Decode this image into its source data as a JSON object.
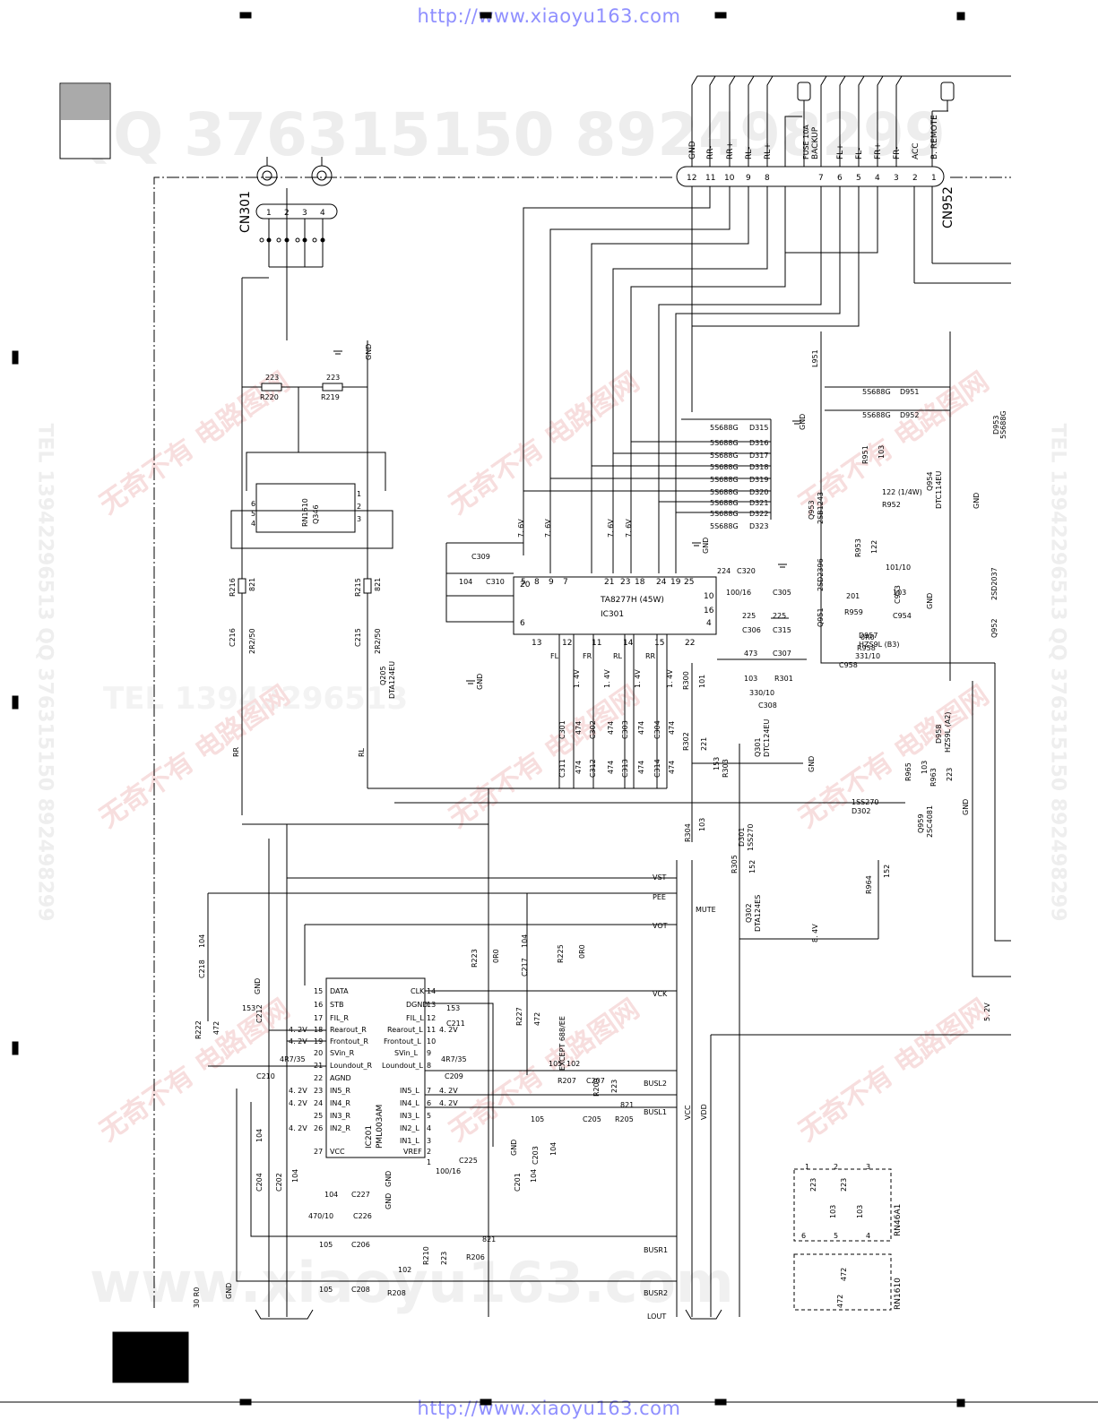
{
  "header_url": "http://www.xiaoyu163.com",
  "footer_url": "http://www.xiaoyu163.com",
  "watermarks": {
    "qq": "QQ 376315150   892498299",
    "site_big": "www.xiaoyu163.com",
    "tel_side": "TEL 13942296513  QQ 376315150  892498299",
    "stamp": "无奇不有 电路图网",
    "tel_mid": "TEL 13942296513"
  },
  "connectors": {
    "cn301": {
      "ref": "CN301",
      "pins": [
        "1",
        "2",
        "3",
        "4"
      ]
    },
    "cn952": {
      "ref": "CN952",
      "pins": [
        "12",
        "11",
        "10",
        "9",
        "8",
        "7",
        "6",
        "5",
        "4",
        "3",
        "2",
        "1"
      ],
      "signals": [
        "GND",
        "RR-",
        "RR+",
        "RL-",
        "RL+",
        "BACKUP",
        "FL+",
        "FL-",
        "FR+",
        "FR-",
        "ACC",
        "B. REMOTE"
      ],
      "fuse_label": "FUSE 10A"
    }
  },
  "ic301": {
    "ref": "IC301",
    "part": "TA8277H (45W)",
    "pins_top": [
      "5",
      "8",
      "9",
      "7",
      "21",
      "23",
      "18",
      "24",
      "19",
      "25"
    ],
    "pins_bottom": [
      "13",
      "12",
      "11",
      "14",
      "15",
      "22"
    ],
    "pins_left": [
      "20",
      "6"
    ],
    "pins_right": [
      "10",
      "16",
      "4"
    ],
    "pin_labels_bottom": [
      "FL",
      "FR",
      "RL",
      "RR"
    ]
  },
  "ic201": {
    "ref": "IC201",
    "part": "PML003AM",
    "pins_left": [
      "DATA",
      "STB",
      "FIL_R",
      "Rearout_R",
      "Frontout_R",
      "SVin_R",
      "Loundout_R",
      "AGND",
      "IN5_R",
      "IN4_R",
      "IN3_R",
      "IN2_R",
      "VCC"
    ],
    "pins_left_nums": [
      "15",
      "16",
      "17",
      "18",
      "19",
      "20",
      "21",
      "22",
      "23",
      "24",
      "25",
      "26",
      "27"
    ],
    "pins_right": [
      "CLK",
      "DGND",
      "FIL_L",
      "Rearout_L",
      "Frontout_L",
      "SVin_L",
      "Loundout_L",
      "IN5_L",
      "IN4_L",
      "IN3_L",
      "IN2_L",
      "IN1_L",
      "VREF"
    ],
    "pins_right_nums": [
      "14",
      "13",
      "12",
      "11",
      "10",
      "9",
      "8",
      "7",
      "6",
      "5",
      "4",
      "3",
      "2",
      "1"
    ],
    "pin_voltages": [
      "4. 2V",
      "4. 2V",
      "4. 2V",
      "4. 2V",
      "4. 2V",
      "4. 2V",
      "4. 2V",
      "4. 2V"
    ]
  },
  "icq346": {
    "ref": "Q346",
    "part": "RN1610",
    "pins": [
      "6",
      "5",
      "4",
      "1",
      "2",
      "3"
    ]
  },
  "transistors": [
    {
      "ref": "Q205",
      "part": "DTA124EU"
    },
    {
      "ref": "Q301",
      "part": "DTC124EU"
    },
    {
      "ref": "Q302",
      "part": "DTA124ES"
    },
    {
      "ref": "Q951",
      "part": "2SD2396"
    },
    {
      "ref": "Q952",
      "part": "2SD2037"
    },
    {
      "ref": "Q953",
      "part": "2SB1243"
    },
    {
      "ref": "Q954",
      "part": "DTC114EU"
    },
    {
      "ref": "Q959",
      "part": "2SC4081"
    }
  ],
  "diodes": [
    {
      "ref": "D315",
      "part": "5S688G"
    },
    {
      "ref": "D316",
      "part": "5S688G"
    },
    {
      "ref": "D317",
      "part": "5S688G"
    },
    {
      "ref": "D318",
      "part": "5S688G"
    },
    {
      "ref": "D319",
      "part": "5S688G"
    },
    {
      "ref": "D320",
      "part": "5S688G"
    },
    {
      "ref": "D321",
      "part": "5S688G"
    },
    {
      "ref": "D322",
      "part": "5S688G"
    },
    {
      "ref": "D323",
      "part": "5S688G"
    },
    {
      "ref": "D951",
      "part": "5S688G"
    },
    {
      "ref": "D952",
      "part": "5S688G"
    },
    {
      "ref": "D953",
      "part": "5S688G"
    },
    {
      "ref": "D301",
      "part": "1SS270"
    },
    {
      "ref": "D302",
      "part": "1SS270"
    },
    {
      "ref": "D957",
      "part": "HZS9L (B3)"
    },
    {
      "ref": "D958",
      "part": "HZS9L (A2)"
    }
  ],
  "resistors": [
    {
      "ref": "R220",
      "value": "223"
    },
    {
      "ref": "R219",
      "value": "223"
    },
    {
      "ref": "R216",
      "value": "821"
    },
    {
      "ref": "R215",
      "value": "821"
    },
    {
      "ref": "R222",
      "value": "472"
    },
    {
      "ref": "R223",
      "value": "0R0"
    },
    {
      "ref": "R225",
      "value": "0R0"
    },
    {
      "ref": "R227",
      "value": "472"
    },
    {
      "ref": "R207",
      "value": "102"
    },
    {
      "ref": "R209",
      "value": "223"
    },
    {
      "ref": "R205",
      "value": "821"
    },
    {
      "ref": "R206",
      "value": "821"
    },
    {
      "ref": "R210",
      "value": "223"
    },
    {
      "ref": "R208",
      "value": "102"
    },
    {
      "ref": "R300",
      "value": "101"
    },
    {
      "ref": "R301",
      "value": "103"
    },
    {
      "ref": "R302",
      "value": "221"
    },
    {
      "ref": "R303",
      "value": "153"
    },
    {
      "ref": "R304",
      "value": "103"
    },
    {
      "ref": "R305",
      "value": "152"
    },
    {
      "ref": "R951",
      "value": "103"
    },
    {
      "ref": "R952",
      "value": "122 (1/4W)"
    },
    {
      "ref": "R953",
      "value": "122"
    },
    {
      "ref": "R958",
      "value": "0R0"
    },
    {
      "ref": "R959",
      "value": "201"
    },
    {
      "ref": "R963",
      "value": "223"
    },
    {
      "ref": "R964",
      "value": "152"
    },
    {
      "ref": "R965",
      "value": "103"
    }
  ],
  "capacitors": [
    {
      "ref": "C215",
      "value": "2R2/50"
    },
    {
      "ref": "C216",
      "value": "2R2/50"
    },
    {
      "ref": "C309",
      "value": ""
    },
    {
      "ref": "C310",
      "value": "104"
    },
    {
      "ref": "C320",
      "value": "224"
    },
    {
      "ref": "C305",
      "value": "100/16"
    },
    {
      "ref": "C306",
      "value": "225"
    },
    {
      "ref": "C315",
      "value": "225"
    },
    {
      "ref": "C307",
      "value": "473"
    },
    {
      "ref": "C308",
      "value": "330/10"
    },
    {
      "ref": "C301",
      "value": "474"
    },
    {
      "ref": "C302",
      "value": "474"
    },
    {
      "ref": "C303",
      "value": "474"
    },
    {
      "ref": "C304",
      "value": "474"
    },
    {
      "ref": "C311",
      "value": "474"
    },
    {
      "ref": "C312",
      "value": "474"
    },
    {
      "ref": "C313",
      "value": "474"
    },
    {
      "ref": "C314",
      "value": "474"
    },
    {
      "ref": "C218",
      "value": "104"
    },
    {
      "ref": "C217",
      "value": "104"
    },
    {
      "ref": "C212",
      "value": "153"
    },
    {
      "ref": "C211",
      "value": "153"
    },
    {
      "ref": "C210",
      "value": "4R7/35"
    },
    {
      "ref": "C209",
      "value": "4R7/35"
    },
    {
      "ref": "C207",
      "value": "105"
    },
    {
      "ref": "C205",
      "value": "105"
    },
    {
      "ref": "C204",
      "value": "104"
    },
    {
      "ref": "C202",
      "value": "104"
    },
    {
      "ref": "C201",
      "value": "104"
    },
    {
      "ref": "C203",
      "value": "104"
    },
    {
      "ref": "C227",
      "value": "104"
    },
    {
      "ref": "C226",
      "value": "470/10"
    },
    {
      "ref": "C225",
      "value": "100/16"
    },
    {
      "ref": "C206",
      "value": "105"
    },
    {
      "ref": "C208",
      "value": "105"
    },
    {
      "ref": "C953",
      "value": "101/10"
    },
    {
      "ref": "C954",
      "value": "103"
    },
    {
      "ref": "C958",
      "value": "331/10"
    }
  ],
  "inductors": [
    {
      "ref": "L951",
      "value": ""
    }
  ],
  "rn46a1": {
    "ref": "RN46A1",
    "values": [
      "223",
      "223",
      "103",
      "103"
    ],
    "pins": [
      "1",
      "2",
      "3",
      "6",
      "5",
      "4"
    ]
  },
  "rn1610b": {
    "ref": "RN1610",
    "values": [
      "472",
      "472"
    ]
  },
  "nets": {
    "vst": "VST",
    "pee": "PEE",
    "vot": "VOT",
    "mute": "MUTE",
    "vck": "VCK",
    "busl2": "BUSL2",
    "busl1": "BUSL1",
    "busr1": "BUSR1",
    "busr2": "BUSR2",
    "lout": "LOUT",
    "vcc": "VCC",
    "vdd": "VDD",
    "rr": "RR",
    "rl": "RL",
    "gnd": "GND",
    "except": "EXCEPT 688/EE",
    "v76": "7. 6V",
    "v14": "1. 4V",
    "v84": "8. 4V",
    "v52": "5. 2V"
  },
  "corner_label": "30 R0"
}
